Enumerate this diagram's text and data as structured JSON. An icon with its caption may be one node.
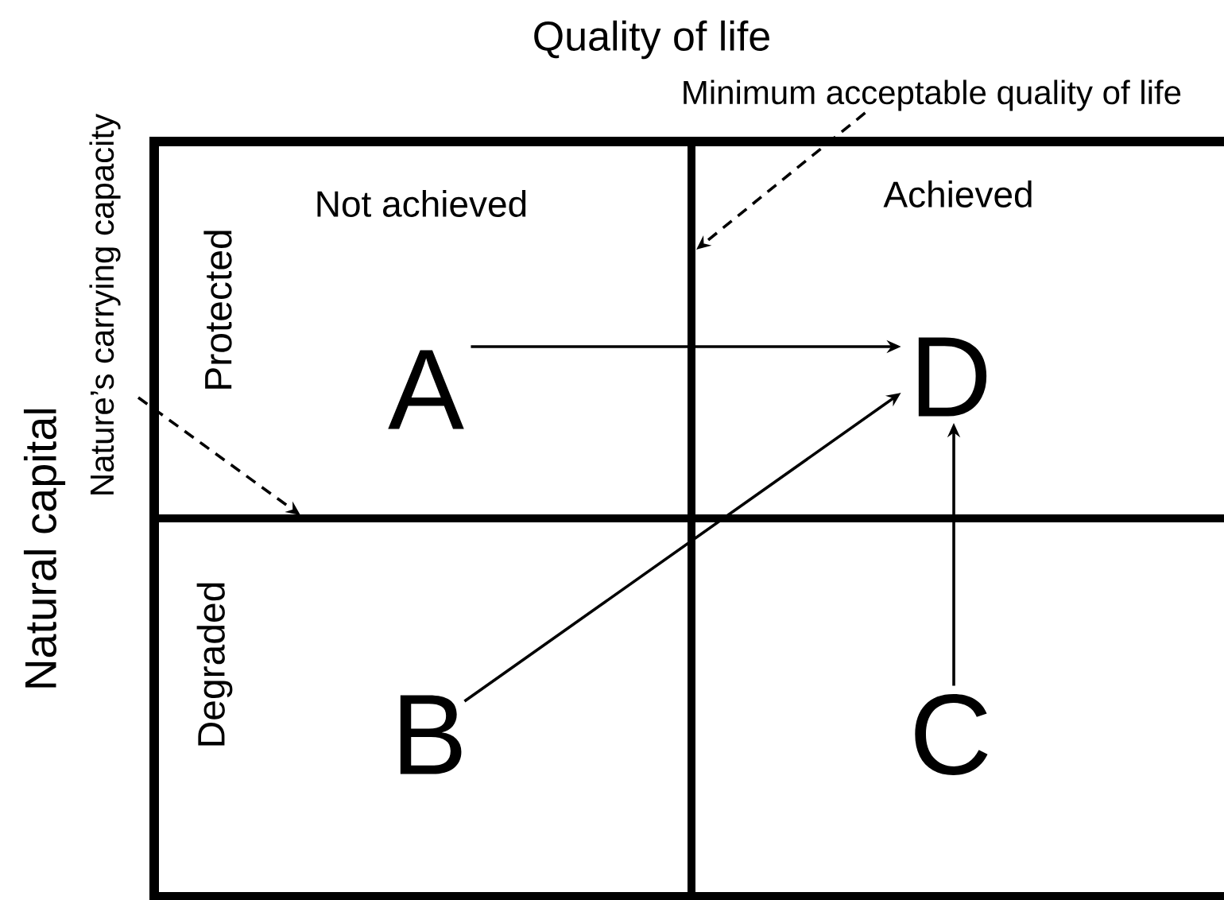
{
  "diagram": {
    "nodes": [
      {
        "text": [
          "A"
        ]
      },
      {
        "text": [
          "D"
        ]
      },
      {
        "text": [
          "B"
        ]
      },
      {
        "text": [
          "C"
        ]
      },
      {
        "text": [
          "Minimum acceptable quality of life"
        ]
      },
      {
        "text": [
          "Nature’s carrying capacity"
        ]
      }
    ],
    "edges": [
      {
        "from": 0,
        "to": 1,
        "arrow": "to"
      },
      {
        "from": 2,
        "to": 1,
        "arrow": "to"
      },
      {
        "from": 3,
        "to": 1,
        "arrow": "to"
      },
      {
        "from": 4,
        "to": null,
        "arrow": "to",
        "style": "dashed"
      },
      {
        "from": 5,
        "to": null,
        "arrow": "to",
        "style": "dashed"
      }
    ],
    "labels": [
      "Quality of life",
      "Natural capital",
      "Not achieved",
      "Achieved",
      "Protected",
      "Degraded"
    ]
  }
}
